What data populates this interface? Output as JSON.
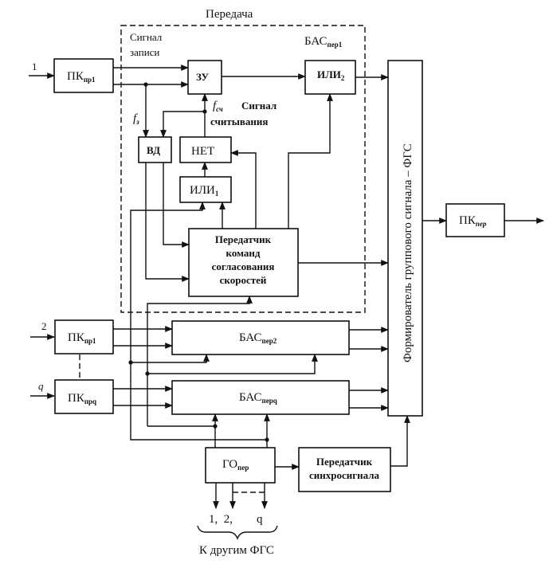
{
  "title": "Передача",
  "dashed_block": {
    "label": "БАС",
    "label_sub": "пер1",
    "write_signal": [
      "Сигнал",
      "записи"
    ],
    "read_signal": [
      "Сигнал",
      "считывания"
    ],
    "f_write": "f",
    "f_write_sub": "з",
    "f_read": "f",
    "f_read_sub": "сч"
  },
  "blocks": {
    "pk_pr1_a": {
      "label": "ПК",
      "sub": "пр1"
    },
    "zu": {
      "label": "ЗУ"
    },
    "ili2": {
      "label": "ИЛИ",
      "sub": "2"
    },
    "vd": {
      "label": "ВД"
    },
    "net": {
      "label": "НЕТ"
    },
    "ili1": {
      "label": "ИЛИ",
      "sub": "1"
    },
    "cmd_tx": {
      "lines": [
        "Передатчик",
        "команд",
        "согласования",
        "скоростей"
      ]
    },
    "pk_pr1_b": {
      "label": "ПК",
      "sub": "пр1"
    },
    "pk_prq": {
      "label": "ПК",
      "sub": "прq"
    },
    "bas_2": {
      "label": "БАС",
      "sub": "пер2"
    },
    "bas_q": {
      "label": "БАС",
      "sub": "перq"
    },
    "fgs": {
      "label": "Формирователь группового сигнала – ФГС"
    },
    "pk_per": {
      "label": "ПК",
      "sub": "пер"
    },
    "go_per": {
      "label": "ГО",
      "sub": "пер"
    },
    "sync_tx": {
      "lines": [
        "Передатчик",
        "синхросигнала"
      ]
    }
  },
  "inputs": {
    "in1": "1",
    "in2": "2",
    "inq": "q"
  },
  "outputs": {
    "labels": "1,  2,        q",
    "caption": "К другим ФГС"
  }
}
